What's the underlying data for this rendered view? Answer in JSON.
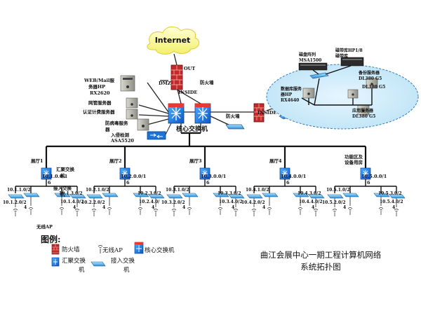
{
  "internet": "Internet",
  "edge": {
    "dmz": "DMZ",
    "out": "OUT",
    "inside_top": "INSIDE",
    "inside_right": "INSIDE",
    "firewall_top": "防火墙",
    "firewall_mid": "防火墙",
    "core": "核心交换机"
  },
  "servers": {
    "web": [
      "WEB/Mail服",
      "务器HP",
      "RX2620"
    ],
    "network": "网管服务器",
    "auth": "认证计费服务器",
    "antivirus": [
      "防病毒服务",
      "器"
    ],
    "ids": [
      "入侵检测",
      "ASA5520"
    ]
  },
  "datacenter": {
    "disk_array": [
      "磁盘阵列",
      "MSA1500"
    ],
    "tape": [
      "磁带库HP1/8",
      "磁带库"
    ],
    "backup": [
      "备份服务器",
      "DL380 G5"
    ],
    "dl380": "DL380 G5",
    "db": [
      "数据库服务",
      "器HP",
      "RX4640"
    ],
    "app": [
      "应用服务器",
      "DL380 G5"
    ]
  },
  "halls": [
    {
      "name": "展厅1",
      "subnet": [
        "10.1.0.0/1",
        "6"
      ],
      "agg": [
        "汇聚交换",
        "机"
      ],
      "access": [
        "接入交换",
        "机"
      ],
      "subs": [
        "10.1.1.0/2",
        "10.1.2.0/2",
        "10.1.3.0/2",
        "10.1.4.0/2",
        "4",
        "4"
      ]
    },
    {
      "name": "展厅2",
      "subnet": [
        "10.2.0.0/1",
        "6"
      ],
      "subs": [
        "10.2.1.0/2",
        "10.2.2.0/2",
        "10.2.3.0/2",
        "10.2.4.0/",
        "4",
        "4"
      ]
    },
    {
      "name": "展厅3",
      "subnet": [
        "10.3.0.0/1",
        "6"
      ],
      "subs": [
        "10.3.1.0/2",
        "10.3.2.0/2",
        "10.3.3.0/2",
        "10.3.4.0/2",
        "4",
        "4"
      ]
    },
    {
      "name": "展厅4",
      "subnet": [
        "10.4.0.0/1",
        "6"
      ],
      "subs": [
        "10.4.1.0/2",
        "10.4.2.0/2",
        "10.4.3.0/2",
        "10.4.4.0/2",
        "4",
        "4"
      ]
    },
    {
      "name": [
        "功能区及",
        "设备用房"
      ],
      "subnet": [
        "10.5.0.0/1",
        "6"
      ],
      "subs": [
        "10.5.1.0/2",
        "10.5.2.0/2",
        "10.5.3.0/2",
        "10.5.4.0/2",
        "4",
        "4"
      ]
    }
  ],
  "ap_label": "无线AP",
  "legend": {
    "heading": "图例:",
    "firewall": "防火墙",
    "wireless_ap": "无线AP",
    "core_switch": "核心交换机",
    "agg_switch": "汇聚交换",
    "agg_switch_2": "机",
    "access_switch": "接入交换",
    "access_switch_2": "机"
  },
  "title": [
    "曲江会展中心一期工程计算机网络",
    "系统拓扑图"
  ]
}
